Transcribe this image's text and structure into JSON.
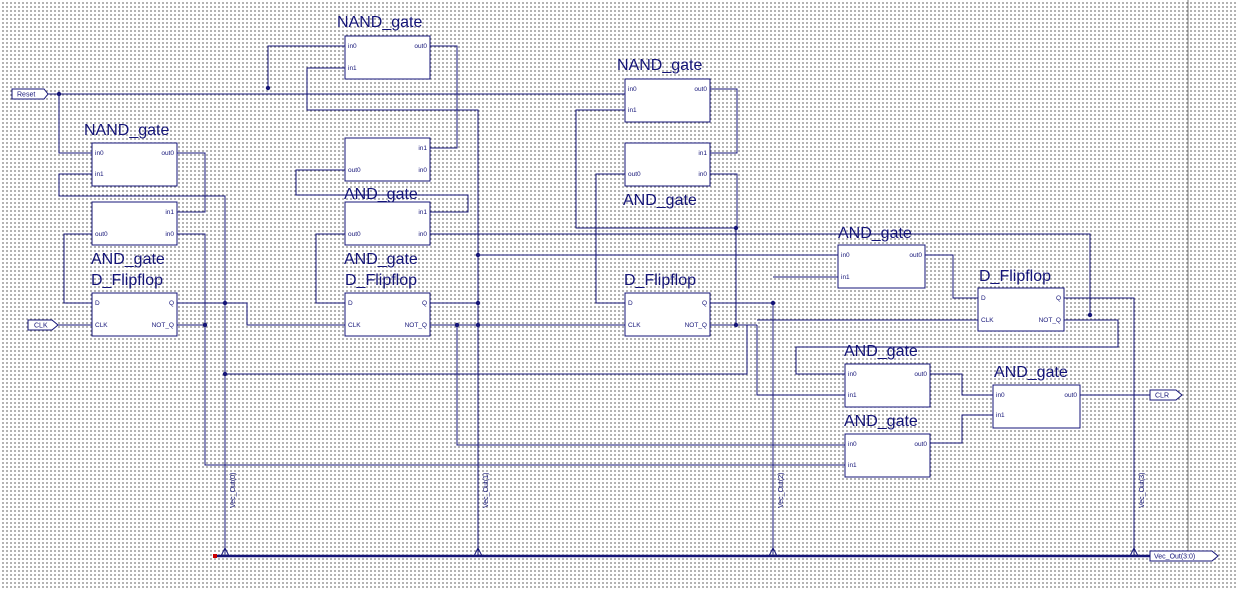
{
  "ports": {
    "reset": "Reset",
    "clk": "CLK",
    "clr": "CLR",
    "vec_out_bus": "Vec_Out(3:0)"
  },
  "net_labels": [
    "Vec_Out(0)",
    "Vec_Out(1)",
    "Vec_Out(2)",
    "Vec_Out(3)"
  ],
  "blocks": {
    "nand_gate": "NAND_gate",
    "and_gate": "AND_gate",
    "d_flipflop": "D_Flipflop"
  },
  "pins": {
    "in0": "in0",
    "in1": "in1",
    "out0": "out0",
    "d": "D",
    "q": "Q",
    "clk": "CLK",
    "not_q": "NOT_Q"
  },
  "colors": {
    "wire": "#141478",
    "grid_dot": "#6e6e6e",
    "background": "#ffffff",
    "bus_start_marker": "#cc0000"
  }
}
